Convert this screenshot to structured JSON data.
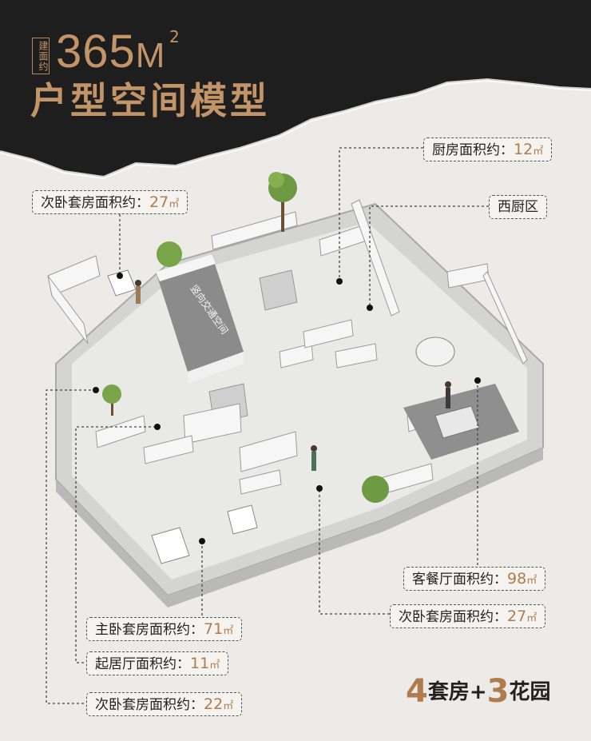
{
  "header": {
    "tag": "建面约",
    "area_number": "365",
    "area_unit": "M",
    "area_sup": "2",
    "title": "户型空间模型"
  },
  "plan": {
    "shaft_label": "竖向交通空间"
  },
  "labels": {
    "kitchen": {
      "text": "厨房面积约：",
      "num": "12",
      "unit": "㎡"
    },
    "west_kitchen": {
      "text": "西厨区"
    },
    "second_bedroom_top": {
      "text": "次卧套房面积约：",
      "num": "27",
      "unit": "㎡"
    },
    "living_dining": {
      "text": "客餐厅面积约：",
      "num": "98",
      "unit": "㎡"
    },
    "second_bedroom_right": {
      "text": "次卧套房面积约：",
      "num": "27",
      "unit": "㎡"
    },
    "master_bedroom": {
      "text": "主卧套房面积约：",
      "num": "71",
      "unit": "㎡"
    },
    "sitting_room": {
      "text": "起居厅面积约：",
      "num": "11",
      "unit": "㎡"
    },
    "second_bedroom_bottom": {
      "text": "次卧套房面积约：",
      "num": "22",
      "unit": "㎡"
    }
  },
  "tagline": {
    "n1": "4",
    "t1": "套房+",
    "n2": "3",
    "t2": "花园"
  },
  "colors": {
    "accent": "#c29468",
    "dark": "#1e1e1e",
    "paper": "#ecebe8"
  }
}
